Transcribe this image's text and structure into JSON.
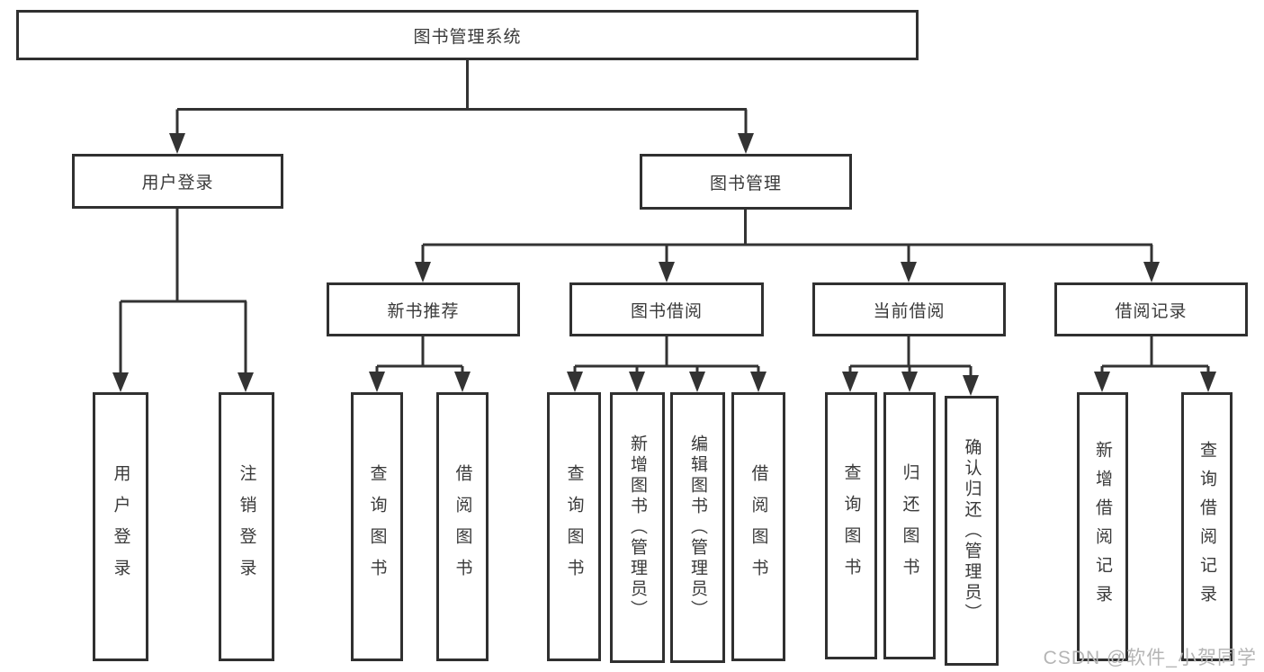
{
  "diagram": {
    "root": {
      "label": "图书管理系统"
    },
    "level2": {
      "user_login": {
        "label": "用户登录"
      },
      "book_management": {
        "label": "图书管理"
      }
    },
    "level3": {
      "new_book_recommend": {
        "label": "新书推荐"
      },
      "book_borrow": {
        "label": "图书借阅"
      },
      "current_borrow": {
        "label": "当前借阅"
      },
      "borrow_records": {
        "label": "借阅记录"
      }
    },
    "leaves": {
      "user_login_action": {
        "label": "用户登录"
      },
      "logout_action": {
        "label": "注销登录"
      },
      "recommend_query_books": {
        "label": "查询图书"
      },
      "recommend_borrow_books": {
        "label": "借阅图书"
      },
      "borrow_query_books": {
        "label": "查询图书"
      },
      "borrow_add_books": {
        "label": "新增图书（管理员）"
      },
      "borrow_edit_books": {
        "label": "编辑图书（管理员）"
      },
      "borrow_borrow_books": {
        "label": "借阅图书"
      },
      "current_query_books": {
        "label": "查询图书"
      },
      "current_return_books": {
        "label": "归还图书"
      },
      "current_confirm_return": {
        "label": "确认归还（管理员）"
      },
      "records_add_record": {
        "label": "新增借阅记录"
      },
      "records_query_record": {
        "label": "查询借阅记录"
      }
    },
    "colors": {
      "line": "#333333",
      "text": "#3a3a3a",
      "background": "#ffffff",
      "watermark_text": "#b5b5b5"
    }
  },
  "watermark": {
    "text": "CSDN @软件_小贺同学"
  }
}
